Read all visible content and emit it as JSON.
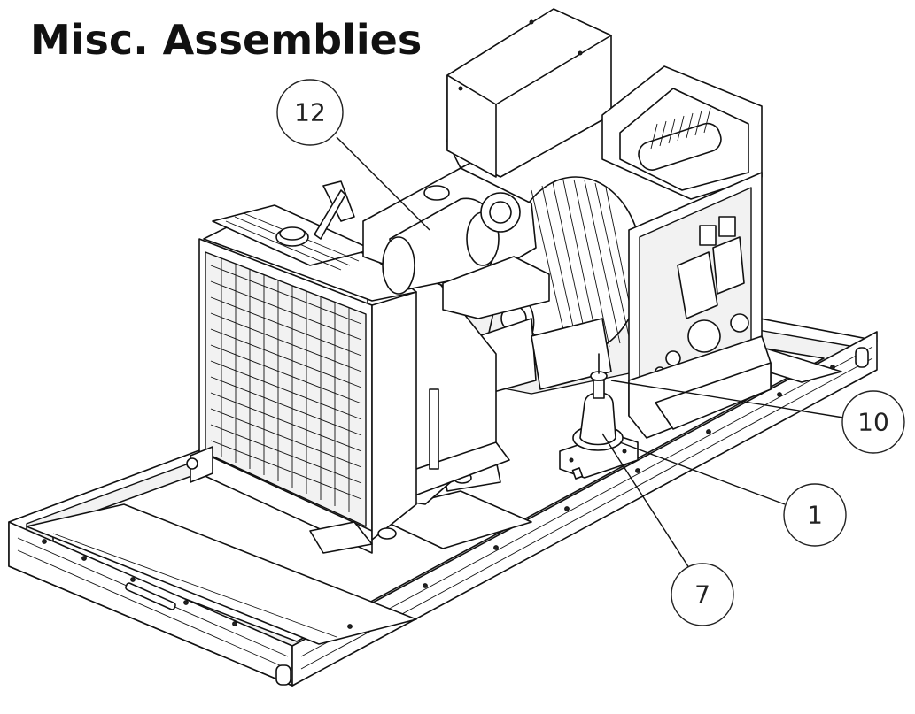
{
  "page": {
    "title": "Misc. Assemblies"
  },
  "callouts": [
    {
      "id": "12"
    },
    {
      "id": "10"
    },
    {
      "id": "1"
    },
    {
      "id": "7"
    }
  ]
}
